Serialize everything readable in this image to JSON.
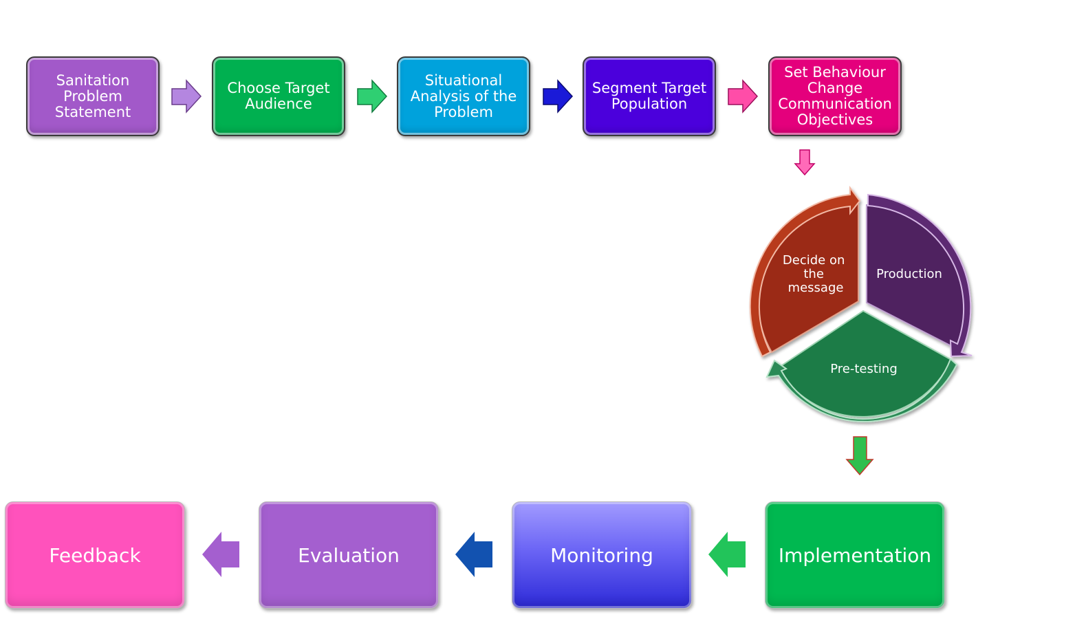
{
  "top_steps": [
    {
      "label": "Sanitation Problem Statement",
      "color": "#a259c9"
    },
    {
      "label": "Choose Target Audience",
      "color": "#00b050"
    },
    {
      "label": "Situational Analysis of the Problem",
      "color": "#00a2dc"
    },
    {
      "label": "Segment Target Population",
      "color": "#4b00dc"
    },
    {
      "label": "Set Behaviour Change Communication Objectives",
      "color": "#e4007c"
    }
  ],
  "cycle": {
    "segments": [
      {
        "label_lines": [
          "Decide on",
          "the",
          "message"
        ],
        "color": "#9b2a14"
      },
      {
        "label_lines": [
          "Production"
        ],
        "color": "#4f2160"
      },
      {
        "label_lines": [
          "Pre-testing"
        ],
        "color": "#1e7b46"
      }
    ]
  },
  "bottom_steps": [
    {
      "label": "Feedback",
      "color": "#ff52bc"
    },
    {
      "label": "Evaluation",
      "color": "#a45fcf"
    },
    {
      "label": "Monitoring",
      "color": "#5b59f0"
    },
    {
      "label": "Implementation",
      "color": "#00b850"
    }
  ]
}
